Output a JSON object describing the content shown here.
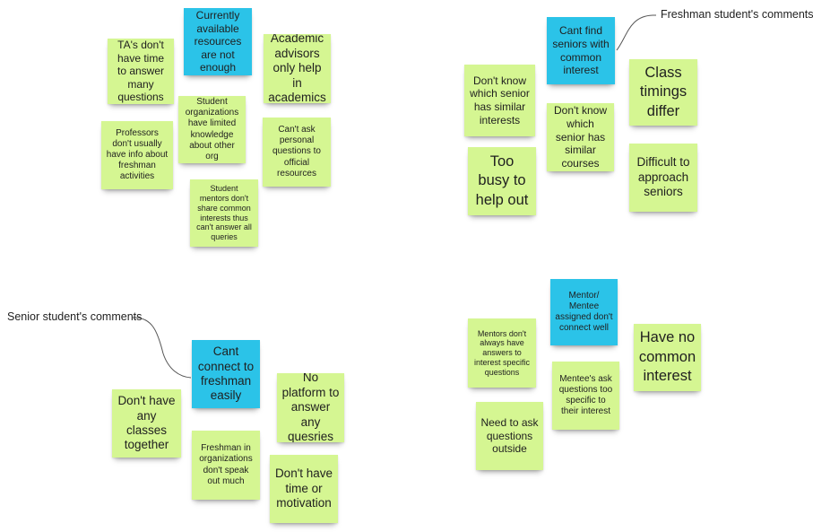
{
  "canvas": {
    "background": "#ffffff",
    "sticky_green": "#d5f692",
    "sticky_blue": "#2bc3e8"
  },
  "labels": {
    "freshman": "Freshman student's comments",
    "senior": "Senior student's comments"
  },
  "notes": {
    "resources": "Currently available resources are not enough",
    "tas": "TA's don't have time to answer many questions",
    "advisors": "Academic advisors only help in academics",
    "orgs": "Student organizations have limited knowledge about other org",
    "professors": "Professors don't usually have info about freshman activities",
    "personal": "Can't ask personal questions to official resources",
    "mentors_interests": "Student mentors don't share common interests thus can't answer all queries",
    "cant_find": "Cant find seniors with common interest",
    "dk_interests": "Don't know which senior has similar interests",
    "class_timings": "Class timings differ",
    "dk_courses": "Don't know which senior has similar courses",
    "too_busy": "Too busy to help out",
    "difficult": "Difficult to approach seniors",
    "mentor_mentee": "Mentor/ Mentee assigned don't connect well",
    "mentors_answers": "Mentors don't always have answers to interest specific questions",
    "no_common": "Have no common interest",
    "mentee_ask": "Mentee's ask questions too specific to their interest",
    "outside": "Need to ask questions outside",
    "cant_connect": "Cant connect to freshman easily",
    "no_classes": "Don't have any classes together",
    "no_platform": "No platform to answer any quesries",
    "fresh_orgs": "Freshman in organizations don't speak out much",
    "no_time": "Don't have time or motivation"
  }
}
